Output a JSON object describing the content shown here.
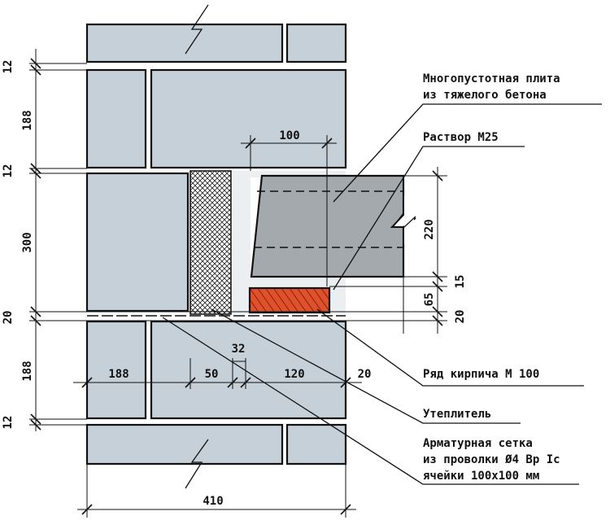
{
  "dimensions": {
    "left_vertical": [
      "12",
      "188",
      "12",
      "300",
      "20",
      "188",
      "12"
    ],
    "right_vertical": [
      "220",
      "15",
      "65",
      "20"
    ],
    "slab_bearing": "100",
    "horizontal_row": [
      "188",
      "50",
      "32",
      "120",
      "20"
    ],
    "overall_width": "410"
  },
  "labels": {
    "slab_line1": "Многопустотная плита",
    "slab_line2": "из тяжелого бетона",
    "mortar": "Раствор М25",
    "brick_row": "Ряд кирпича М 100",
    "insulation": "Утеплитель",
    "mesh_line1": "Арматурная сетка",
    "mesh_line2": "из проволки Ø4 Вр Ic",
    "mesh_line3": "ячейки 100х100 мм"
  },
  "colors": {
    "brick_fill": "#c5d0d8",
    "slab_fill": "#a4a9ad",
    "red_brick_fill": "#e0502a",
    "insulation_fill": "#ffffff",
    "mortar_fill": "#eceff1"
  }
}
